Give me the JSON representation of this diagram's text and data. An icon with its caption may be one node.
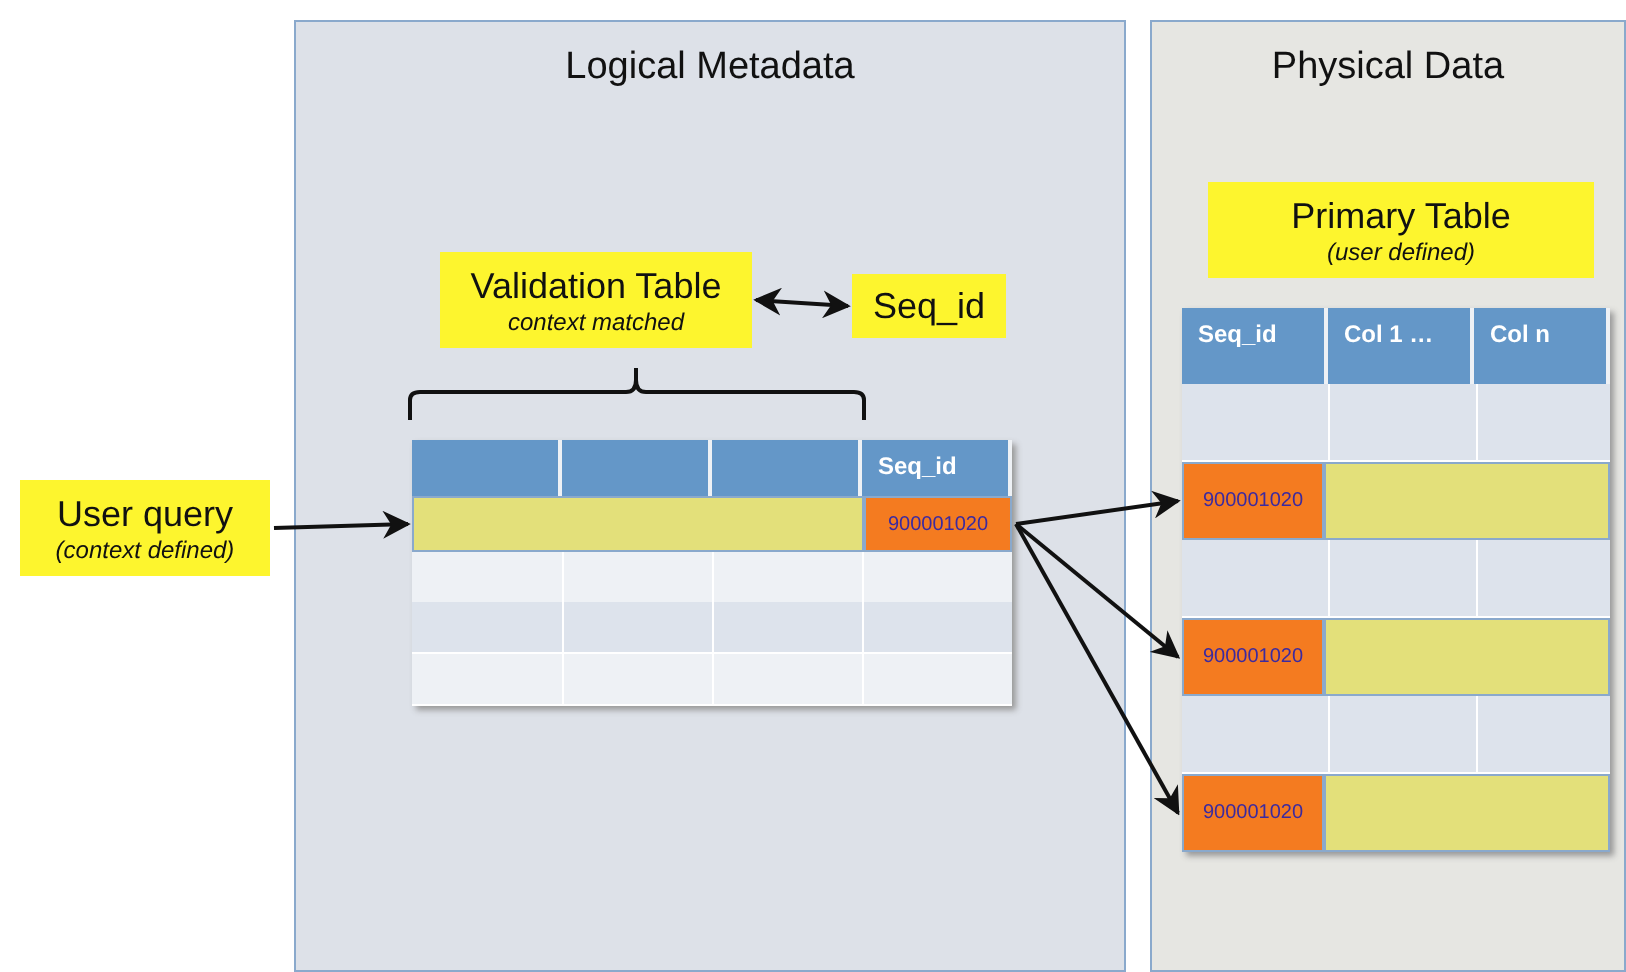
{
  "diagram": {
    "nodes": [
      {
        "text": [
          "Logical Metadata"
        ]
      },
      {
        "text": [
          "Physical Data"
        ]
      },
      {
        "text": [
          "Validation Table",
          "context matched"
        ],
        "in": 0
      },
      {
        "text": [
          "Seq_id"
        ],
        "in": 0
      },
      {
        "text": [
          "User query",
          "(context defined)"
        ]
      },
      {
        "text": [
          "Seq_id"
        ],
        "in": 0
      },
      {
        "text": [],
        "shape": "bar",
        "in": 5
      },
      {
        "text": [
          "900001020"
        ],
        "in": 5
      },
      {
        "text": [
          "Primary Table",
          "(user defined)"
        ],
        "in": 1
      },
      {
        "text": [
          "Seq_id",
          "Col 1 …",
          "Col n"
        ],
        "in": 1
      },
      {
        "text": [
          "900001020"
        ],
        "in": 9
      },
      {
        "text": [
          "900001020"
        ],
        "in": 9
      },
      {
        "text": [
          "900001020"
        ],
        "in": 9
      }
    ],
    "edges": [
      {
        "from": 2,
        "to": 3,
        "arrow": "both"
      },
      {
        "from": 4,
        "to": 6,
        "arrow": "to"
      },
      {
        "from": 7,
        "to": 10,
        "arrow": "to"
      },
      {
        "from": 7,
        "to": 11,
        "arrow": "to"
      },
      {
        "from": 7,
        "to": 12,
        "arrow": "to"
      }
    ]
  }
}
